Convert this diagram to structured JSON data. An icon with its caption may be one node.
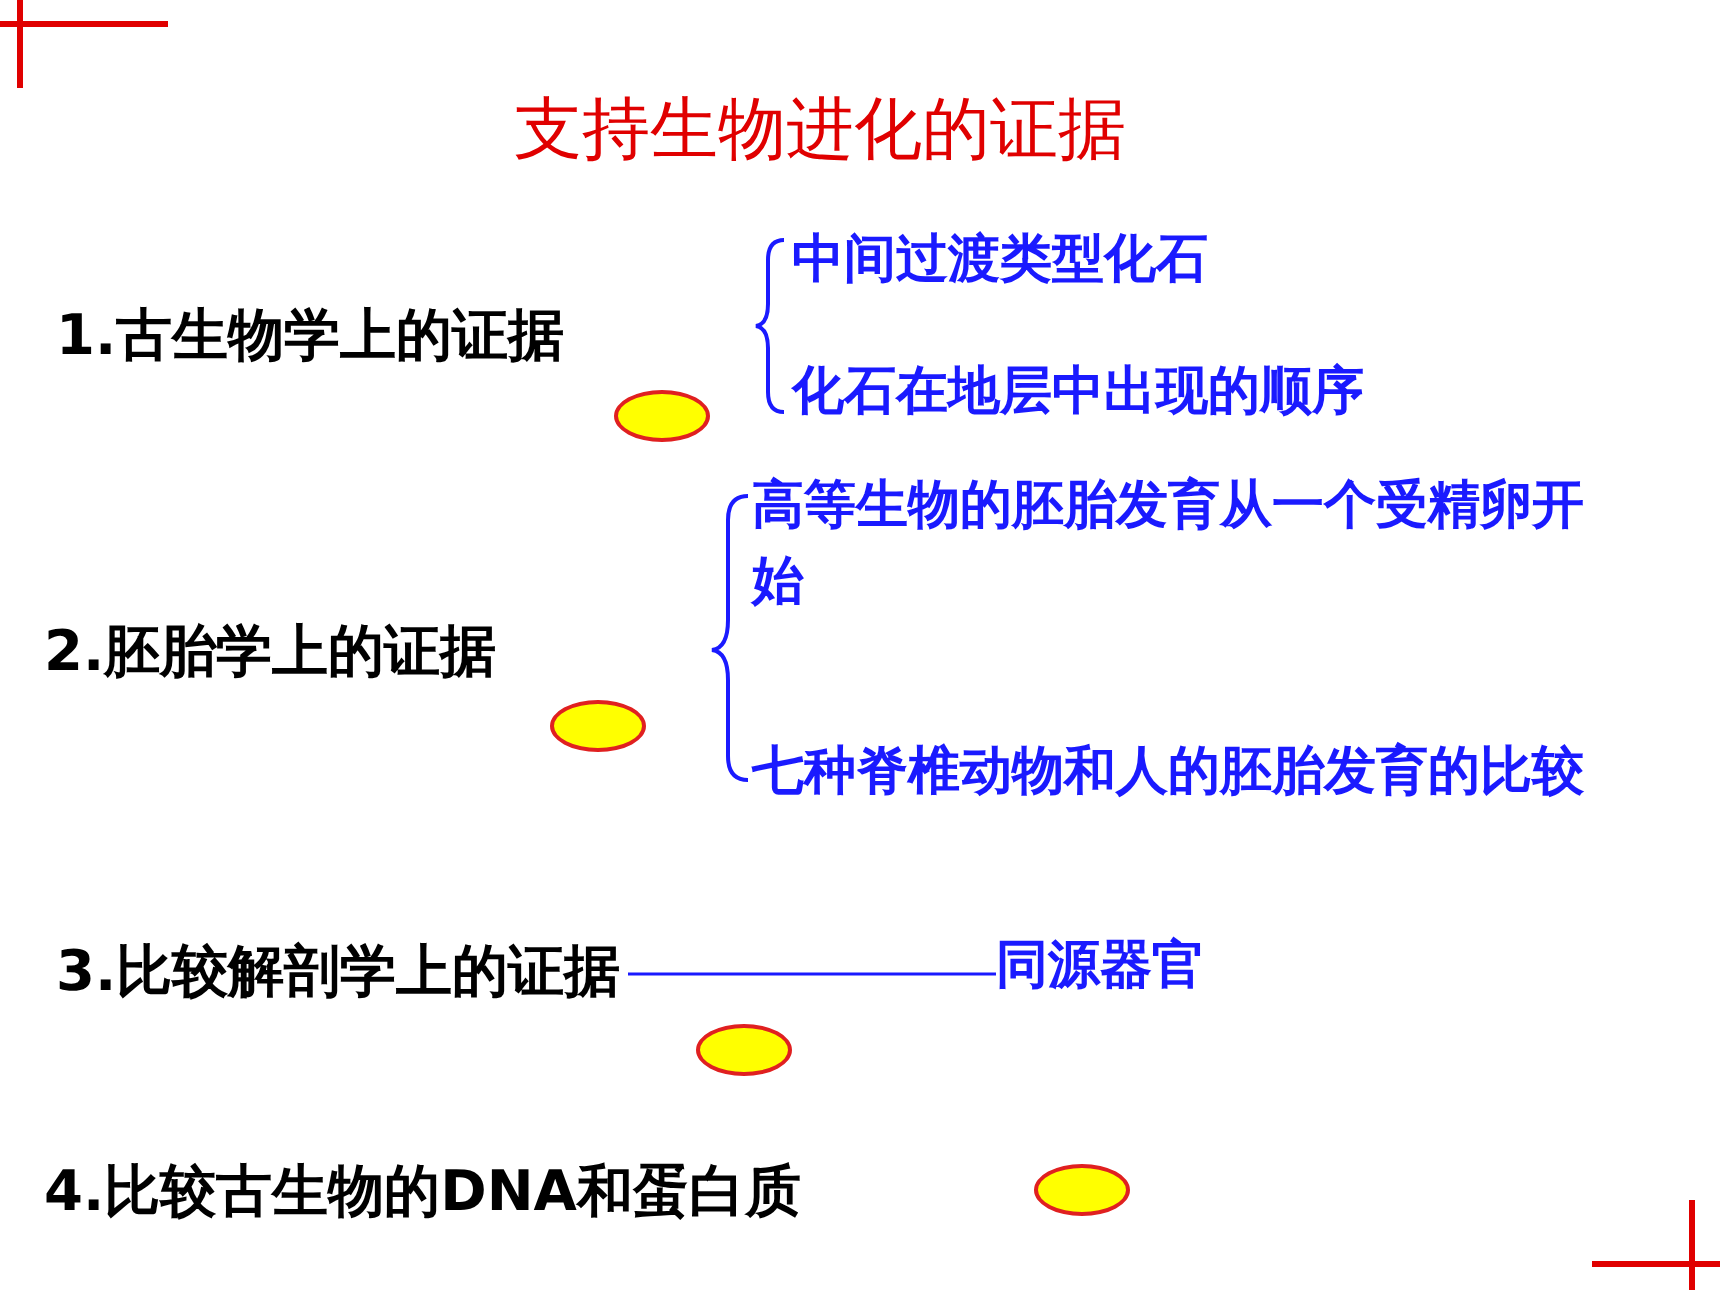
{
  "diagram": {
    "title": "支持生物进化的证据",
    "nodes": [
      {
        "text": [
          "1.古生物学上的证据"
        ]
      },
      {
        "text": [
          "中间过渡类型化石"
        ]
      },
      {
        "text": [
          "化石在地层中出现的顺序"
        ]
      },
      {
        "text": [],
        "shape": "ellipse"
      },
      {
        "text": [
          "2.胚胎学上的证据"
        ]
      },
      {
        "text": [
          "高等生物的胚胎发育从一个受精卵开始"
        ]
      },
      {
        "text": [
          "七种脊椎动物和人的胚胎发育的比较"
        ]
      },
      {
        "text": [],
        "shape": "ellipse"
      },
      {
        "text": [
          "3.比较解剖学上的证据"
        ]
      },
      {
        "text": [
          "同源器官"
        ]
      },
      {
        "text": [],
        "shape": "ellipse"
      },
      {
        "text": [
          "4.比较古生物的DNA和蛋白质"
        ]
      },
      {
        "text": [],
        "shape": "ellipse"
      }
    ],
    "edges": [
      {
        "from": 8,
        "to": 9,
        "arrow": "none"
      }
    ]
  }
}
